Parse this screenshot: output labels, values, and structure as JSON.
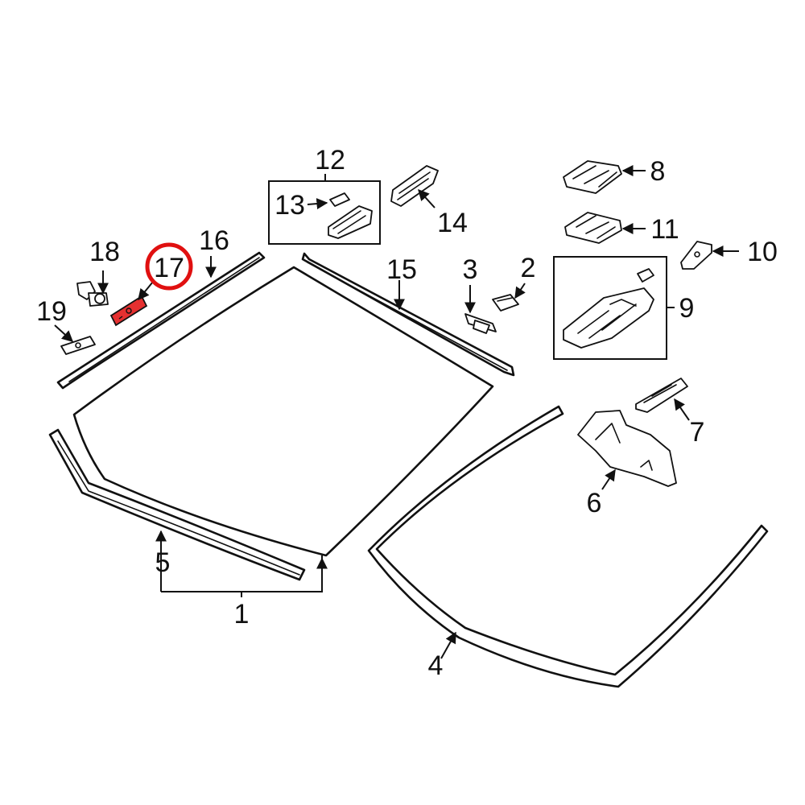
{
  "callouts": {
    "c1": "1",
    "c2": "2",
    "c3": "3",
    "c4": "4",
    "c5": "5",
    "c6": "6",
    "c7": "7",
    "c8": "8",
    "c9": "9",
    "c10": "10",
    "c11": "11",
    "c12": "12",
    "c13": "13",
    "c14": "14",
    "c15": "15",
    "c16": "16",
    "c17": "17",
    "c18": "18",
    "c19": "19"
  },
  "highlight": {
    "callout": "17",
    "color": "#e01010",
    "part_fill": "#e53030"
  }
}
